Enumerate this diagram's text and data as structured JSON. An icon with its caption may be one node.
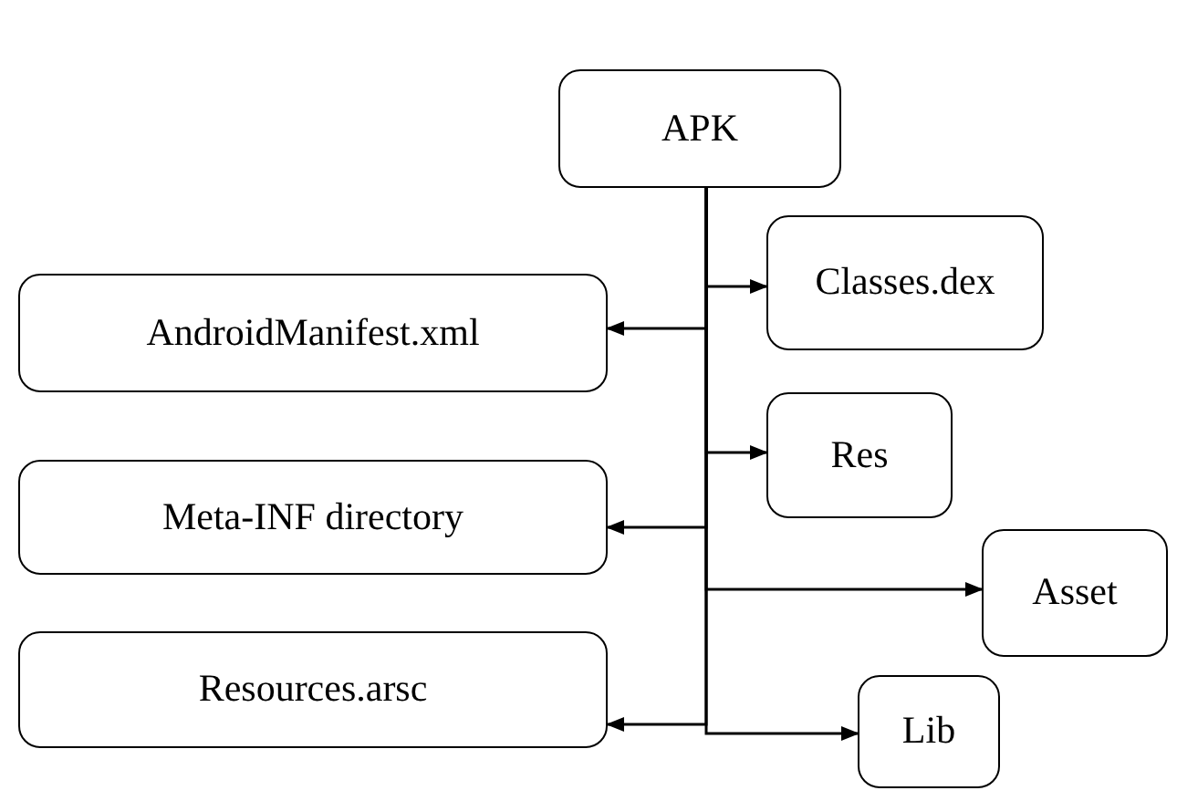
{
  "diagram": {
    "nodes": [
      {
        "text": [
          "APK"
        ]
      },
      {
        "text": [
          "Classes.dex"
        ]
      },
      {
        "text": [
          "AndroidManifest.xml"
        ]
      },
      {
        "text": [
          "Res"
        ]
      },
      {
        "text": [
          "Meta-INF directory"
        ]
      },
      {
        "text": [
          "Asset"
        ]
      },
      {
        "text": [
          "Resources.arsc"
        ]
      },
      {
        "text": [
          "Lib"
        ]
      }
    ],
    "edges": [
      {
        "from": 0,
        "to": 1,
        "arrow": "to"
      },
      {
        "from": 0,
        "to": 2,
        "arrow": "to"
      },
      {
        "from": 0,
        "to": 3,
        "arrow": "to"
      },
      {
        "from": 0,
        "to": 4,
        "arrow": "to"
      },
      {
        "from": 0,
        "to": 5,
        "arrow": "to"
      },
      {
        "from": 0,
        "to": 6,
        "arrow": "to"
      },
      {
        "from": 0,
        "to": 7,
        "arrow": "to"
      }
    ]
  }
}
